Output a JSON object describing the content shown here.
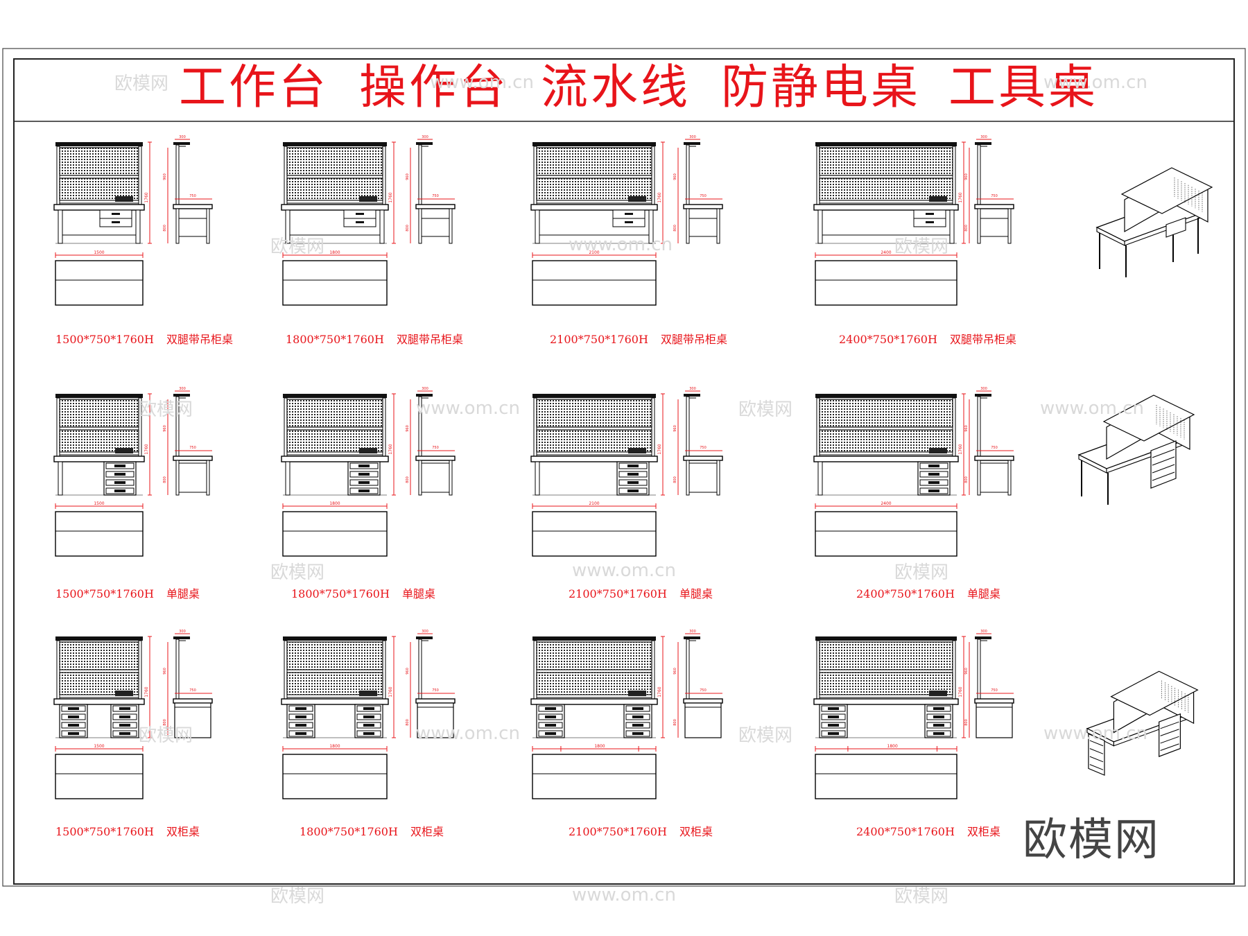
{
  "title_words": [
    "工作台",
    "操作台",
    "流水线",
    "防静电桌",
    "工具桌"
  ],
  "rows": [
    {
      "type": "double-leg",
      "captions": [
        {
          "size": "1500*750*1760H",
          "type": "双腿带吊柜桌",
          "width_dim": "1500"
        },
        {
          "size": "1800*750*1760H",
          "type": "双腿带吊柜桌",
          "width_dim": "1800"
        },
        {
          "size": "2100*750*1760H",
          "type": "双腿带吊柜桌",
          "width_dim": "2100"
        },
        {
          "size": "2400*750*1760H",
          "type": "双腿带吊柜桌",
          "width_dim": "2400"
        }
      ]
    },
    {
      "type": "single-leg",
      "captions": [
        {
          "size": "1500*750*1760H",
          "type": "单腿桌",
          "width_dim": "1500"
        },
        {
          "size": "1800*750*1760H",
          "type": "单腿桌",
          "width_dim": "1800"
        },
        {
          "size": "2100*750*1760H",
          "type": "单腿桌",
          "width_dim": "2100"
        },
        {
          "size": "2400*750*1760H",
          "type": "单腿桌",
          "width_dim": "2400"
        }
      ]
    },
    {
      "type": "double-cabinet",
      "captions": [
        {
          "size": "1500*750*1760H",
          "type": "双柜桌",
          "width_dim": "1500"
        },
        {
          "size": "1800*750*1760H",
          "type": "双柜桌",
          "width_dim": "1800"
        },
        {
          "size": "2100*750*1760H",
          "type": "双柜桌",
          "width_dim": "1800"
        },
        {
          "size": "2400*750*1760H",
          "type": "双柜桌",
          "width_dim": "1800"
        }
      ]
    }
  ],
  "side_dims": {
    "top": "300",
    "panel": "960",
    "depth": "750",
    "total": "1760",
    "leg": "800"
  },
  "watermark": {
    "brand": "欧模网",
    "url": "www.om.cn"
  },
  "colors": {
    "title": "#e8141a",
    "line": "#000000",
    "frame": "#222222"
  }
}
